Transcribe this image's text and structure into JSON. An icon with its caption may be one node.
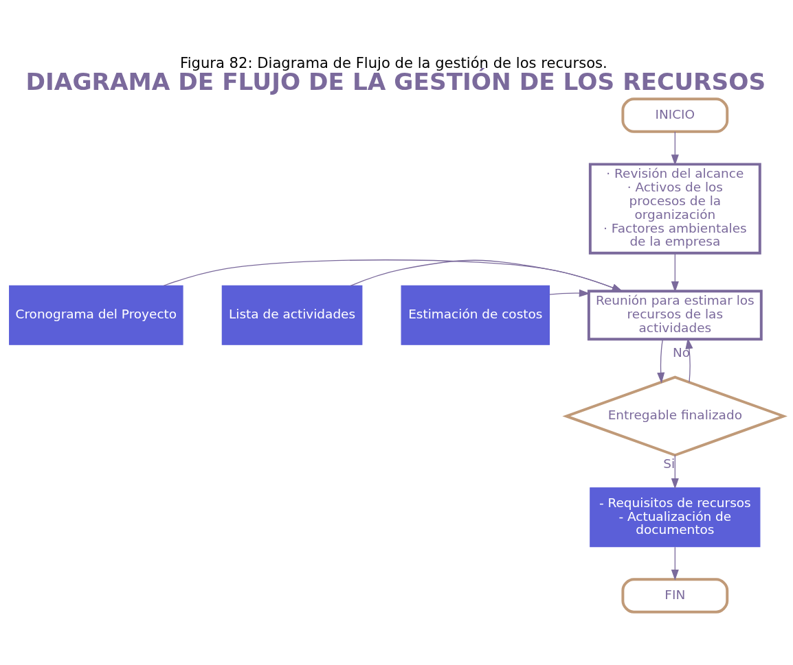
{
  "diagram": {
    "title": "DIAGRAMA DE FLUJO DE LA GESTIÓN DE LOS RECURSOS",
    "caption": "Figura 82: Diagrama de Flujo de la gestión de los recursos.",
    "nodes": [
      {
        "text": [
          "INICIO"
        ]
      },
      {
        "text": [
          "· Revisión del alcance",
          "· Activos de los procesos de la organización",
          "· Factores ambientales de la empresa"
        ]
      },
      {
        "text": [
          "Cronograma del Proyecto"
        ]
      },
      {
        "text": [
          "Lista de actividades"
        ]
      },
      {
        "text": [
          "Estimación de costos"
        ]
      },
      {
        "text": [
          "Reunión para estimar los recursos de las actividades"
        ]
      },
      {
        "text": [
          "Entregable finalizado"
        ]
      },
      {
        "text": [
          "- Requisitos de recursos",
          "- Actualización de documentos"
        ]
      },
      {
        "text": [
          "FIN"
        ]
      }
    ],
    "edges": [
      {
        "from": 0,
        "to": 1,
        "arrow": "to"
      },
      {
        "from": 1,
        "to": 5,
        "arrow": "to"
      },
      {
        "from": 2,
        "to": 5,
        "arrow": "to"
      },
      {
        "from": 3,
        "to": 5,
        "arrow": "to"
      },
      {
        "from": 4,
        "to": 5,
        "arrow": "to"
      },
      {
        "from": 5,
        "to": 6,
        "arrow": "to"
      },
      {
        "from": 6,
        "to": 5,
        "arrow": "to",
        "label": "No"
      },
      {
        "from": 6,
        "to": 7,
        "arrow": "to",
        "label": "Si"
      },
      {
        "from": 7,
        "to": 8,
        "arrow": "to"
      }
    ]
  }
}
